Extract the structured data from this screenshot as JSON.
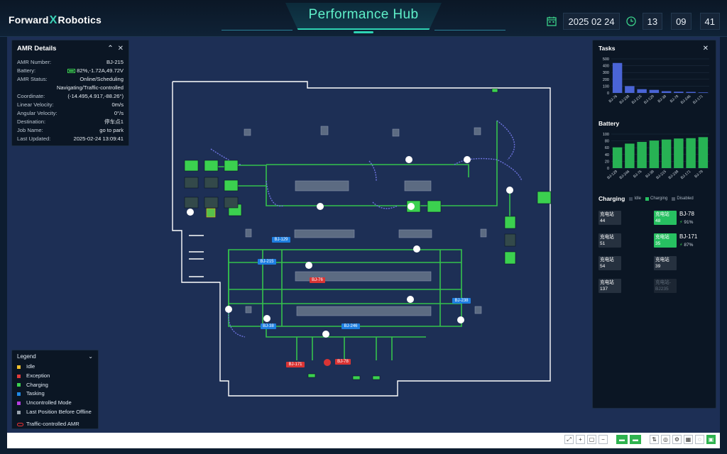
{
  "header": {
    "logo_left": "Forward",
    "logo_x": "X",
    "logo_right": "Robotics",
    "title": "Performance Hub",
    "date": {
      "year": "2025",
      "month": "02",
      "day": "24"
    },
    "time": {
      "hour": "13",
      "minute": "09",
      "second": "41"
    }
  },
  "amr_details": {
    "title": "AMR Details",
    "rows": [
      {
        "k": "AMR Number:",
        "v": "BJ-215"
      },
      {
        "k": "Battery:",
        "v": "82%,-1.72A,49.72V"
      },
      {
        "k": "AMR Status:",
        "v": "Online/Scheduling"
      },
      {
        "k": "Coordinate:",
        "v": "(-14.495,4.917,-88.26°)"
      },
      {
        "k": "Linear Velocity:",
        "v": "0m/s"
      },
      {
        "k": "Angular Velocity:",
        "v": "0°/s"
      },
      {
        "k": "Destination:",
        "v": "停车点1"
      },
      {
        "k": "Job Name:",
        "v": "go to park"
      },
      {
        "k": "Last Updated:",
        "v": "2025-02-24 13:09:41"
      }
    ],
    "status_extra": "Navigating/Traffic-controlled"
  },
  "legend": {
    "title": "Legend",
    "items": [
      {
        "label": "Idle",
        "color": "#f2c12e"
      },
      {
        "label": "Exception",
        "color": "#e03a3a"
      },
      {
        "label": "Charging",
        "color": "#3bd14f"
      },
      {
        "label": "Tasking",
        "color": "#1e88e5"
      },
      {
        "label": "Uncontrolled Mode",
        "color": "#b53de0"
      },
      {
        "label": "Last Position Before Offline",
        "color": "#9aa4ae"
      }
    ],
    "traffic_label": "Traffic-controlled AMR"
  },
  "tasks": {
    "title": "Tasks",
    "chart_data": {
      "type": "bar",
      "categories": [
        "BJ-76",
        "BJ-238",
        "BJ-215",
        "BJ-129",
        "BJ-38",
        "BJ-78",
        "BJ-246",
        "BJ-171"
      ],
      "values": [
        440,
        100,
        55,
        45,
        25,
        18,
        15,
        8
      ],
      "ylim": [
        0,
        500
      ],
      "yticks": [
        0,
        50,
        100,
        150,
        200,
        250,
        300,
        350,
        400,
        450,
        500
      ],
      "color": "#4a64d6"
    }
  },
  "battery": {
    "title": "Battery",
    "chart_data": {
      "type": "bar",
      "categories": [
        "BJ-129",
        "BJ-246",
        "BJ-76",
        "BJ-38",
        "BJ-215",
        "BJ-238",
        "BJ-171",
        "BJ-78"
      ],
      "values": [
        61,
        72,
        77,
        81,
        84,
        87,
        88,
        91
      ],
      "ylim": [
        0,
        100
      ],
      "yticks": [
        0,
        10,
        20,
        30,
        40,
        50,
        60,
        70,
        80,
        90,
        100
      ],
      "color": "#27b254"
    }
  },
  "charging": {
    "title": "Charging",
    "legend": [
      {
        "label": "Idle",
        "color": "#3a4656"
      },
      {
        "label": "Charging",
        "color": "#27c061"
      },
      {
        "label": "Disabled",
        "color": "#4b5563"
      }
    ],
    "stations": [
      {
        "name": "充电站",
        "num": "44",
        "state": "idle"
      },
      {
        "name": "充电站",
        "num": "48",
        "state": "charge",
        "amr": "BJ-78",
        "pct": "91%"
      },
      {
        "name": "充电站",
        "num": "51",
        "state": "idle"
      },
      {
        "name": "充电站",
        "num": "35",
        "state": "charge",
        "amr": "BJ-171",
        "pct": "87%"
      },
      {
        "name": "充电站",
        "num": "54",
        "state": "idle"
      },
      {
        "name": "充电站",
        "num": "39",
        "state": "idle"
      },
      {
        "name": "充电站",
        "num": "137",
        "state": "idle"
      },
      {
        "name": "充电站-",
        "num": "BJ235",
        "state": "disabled"
      }
    ]
  },
  "map": {
    "amrs": [
      {
        "id": "BJ-129",
        "color": "blue"
      },
      {
        "id": "BJ-215",
        "color": "blue"
      },
      {
        "id": "BJ-76",
        "color": "red"
      },
      {
        "id": "BJ-238",
        "color": "blue"
      },
      {
        "id": "BJ-38",
        "color": "blue"
      },
      {
        "id": "BJ-246",
        "color": "blue"
      },
      {
        "id": "BJ-171",
        "color": "red"
      },
      {
        "id": "BJ-78",
        "color": "red"
      }
    ]
  }
}
